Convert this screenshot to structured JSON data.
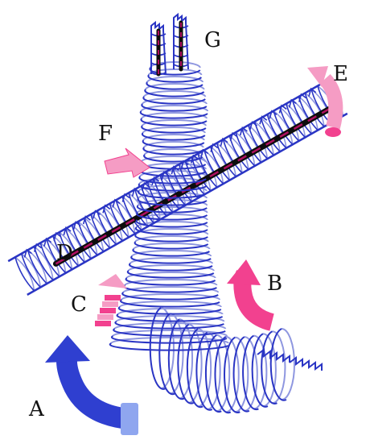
{
  "labels": {
    "a": "A",
    "b": "B",
    "c": "C",
    "d": "D",
    "e": "E",
    "f": "F",
    "g": "G"
  },
  "colors": {
    "coil_dark": "#2a35c4",
    "coil_light": "#8f97e0",
    "arrow_a": "#2f3fd0",
    "arrow_a_light": "#8fa6ef",
    "arrow_pink": "#f2418f",
    "arrow_light_pink": "#f59cc4",
    "tape": "#0d0d0d",
    "tape_dash": "#b01060"
  }
}
